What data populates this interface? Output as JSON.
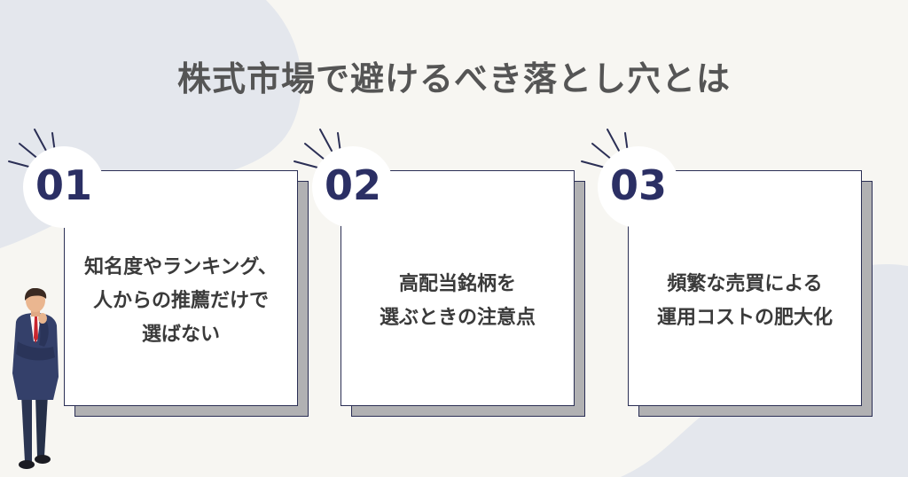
{
  "title": "株式市場で避けるべき落とし穴とは",
  "colors": {
    "background": "#f7f6f2",
    "blob": "#e4e7ed",
    "title_text": "#555555",
    "number": "#2b2f64",
    "card_border": "#2b2f55",
    "card_shadow": "#b1b1b3"
  },
  "cards": [
    {
      "number": "01",
      "text": "知名度やランキング、\n人からの推薦だけで\n選ばない"
    },
    {
      "number": "02",
      "text": "高配当銘柄を\n選ぶときの注意点"
    },
    {
      "number": "03",
      "text": "頻繁な売買による\n運用コストの肥大化"
    }
  ],
  "illustration": "thinking-businessman"
}
